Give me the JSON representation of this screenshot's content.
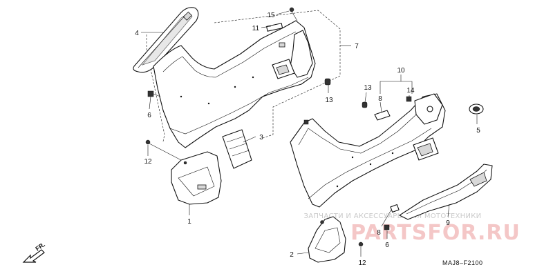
{
  "diagram": {
    "code": "MAJ8‒F2100",
    "direction": "FR.",
    "watermark_text": "ЗАПЧАСТИ И АКСЕССУАРЫ ДЛЯ МОТОТЕХНИКИ",
    "watermark_logo": "PARTSFOR.RU",
    "callouts": [
      {
        "id": "c4",
        "label": "4"
      },
      {
        "id": "c15",
        "label": "15"
      },
      {
        "id": "c11",
        "label": "11"
      },
      {
        "id": "c7",
        "label": "7"
      },
      {
        "id": "c6a",
        "label": "6"
      },
      {
        "id": "c3",
        "label": "3"
      },
      {
        "id": "c12a",
        "label": "12"
      },
      {
        "id": "c1",
        "label": "1"
      },
      {
        "id": "c13a",
        "label": "13"
      },
      {
        "id": "c13b",
        "label": "13"
      },
      {
        "id": "c10",
        "label": "10"
      },
      {
        "id": "c8a",
        "label": "8"
      },
      {
        "id": "c14",
        "label": "14"
      },
      {
        "id": "c5",
        "label": "5"
      },
      {
        "id": "c8b",
        "label": "8"
      },
      {
        "id": "c9",
        "label": "9"
      },
      {
        "id": "c6b",
        "label": "6"
      },
      {
        "id": "c2",
        "label": "2"
      },
      {
        "id": "c12b",
        "label": "12"
      }
    ]
  }
}
